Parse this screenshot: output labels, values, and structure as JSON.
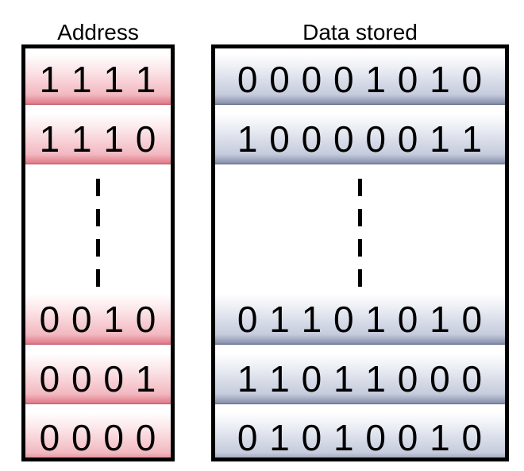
{
  "address": {
    "title": "Address",
    "rows": [
      "1 1 1 1",
      "1 1 1 0",
      "0 0 1 0",
      "0 0 0 1",
      "0 0 0 0"
    ]
  },
  "data": {
    "title": "Data stored",
    "rows": [
      "0 0 0 0 1 0 1 0",
      "1 0 0 0 0 0 1 1",
      "0 1 1 0 1 0 1 0",
      "1 1 0 1 1 0 0 0",
      "0 1 0 1 0 0 1 0"
    ]
  },
  "colors": {
    "address_fill": "#f2b8c0",
    "address_edge": "#c0566a",
    "data_fill": "#c5cbdc",
    "data_edge": "#5d6581",
    "frame": "#000000"
  }
}
